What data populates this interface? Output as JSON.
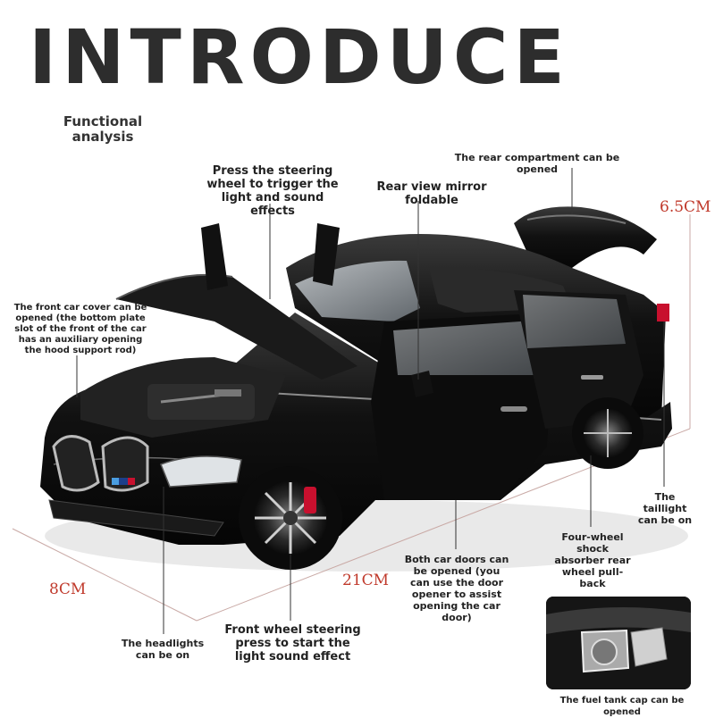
{
  "header": {
    "title": "INTRODUCE",
    "subtitle_line1": "Functional",
    "subtitle_line2": "analysis"
  },
  "labels": {
    "steering_wheel": "Press the steering wheel to trigger the light and sound effects",
    "mirror": "Rear view mirror foldable",
    "rear_compartment": "The rear compartment can be opened",
    "front_cover": "The front car cover can be opened (the bottom plate slot of the front of the car has an auxiliary opening the hood support rod)",
    "taillight": "The taillight can be on",
    "shock_absorber": "Four-wheel shock absorber rear wheel pull-back",
    "doors": "Both car doors can be opened (you can use the door opener to assist opening the car door)",
    "front_wheel": "Front wheel steering press to start the light sound effect",
    "headlights": "The headlights can be on",
    "fuel_cap": "The fuel tank cap can be opened"
  },
  "dimensions": {
    "height": "6.5CM",
    "length": "21CM",
    "width": "8CM"
  },
  "colors": {
    "dimension": "#c0392b",
    "car_body": "#0d0d0d",
    "accent_red": "#c8102e"
  }
}
